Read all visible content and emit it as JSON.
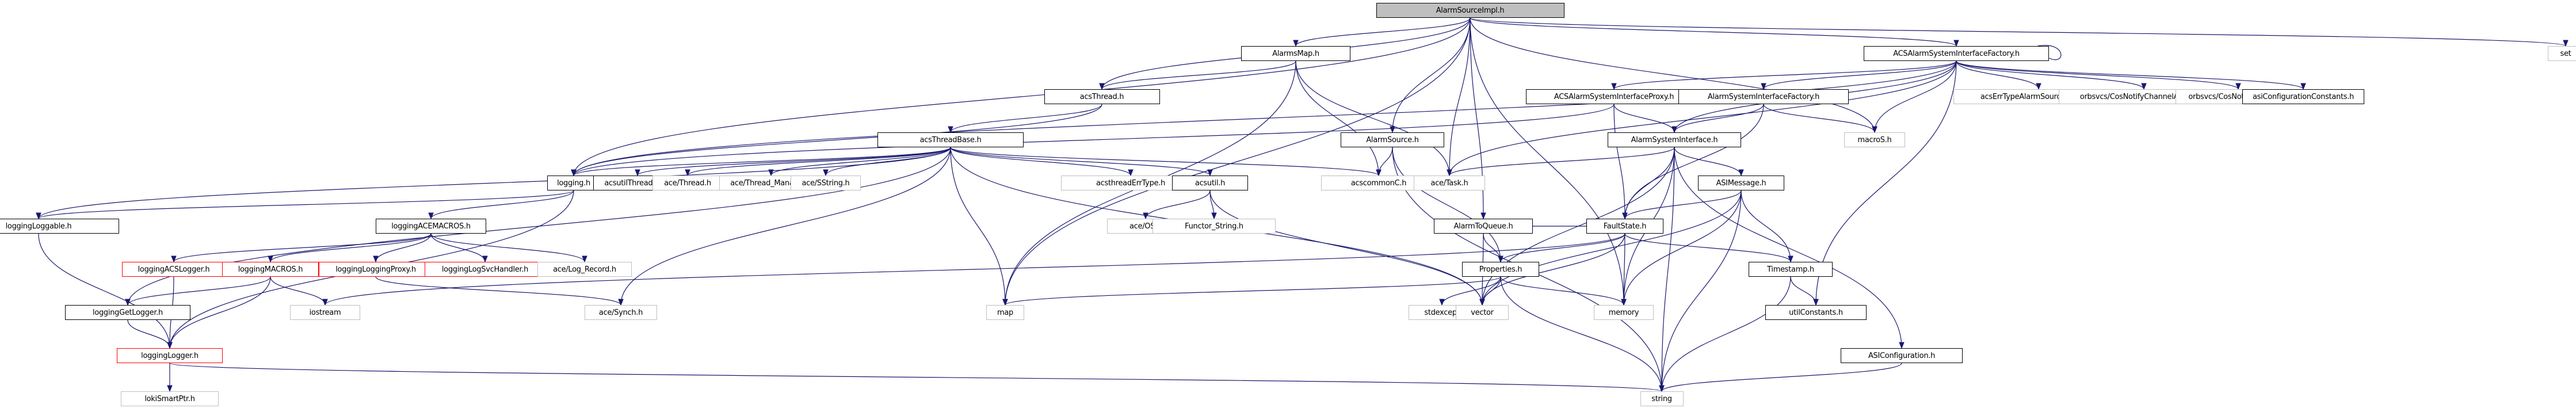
{
  "graph": {
    "title": "AlarmSourceImpl.h include dependency graph",
    "edge_color": "#191970",
    "nodes": [
      {
        "id": "AlarmSourceImpl",
        "label": "AlarmSourceImpl.h",
        "kind": "root"
      },
      {
        "id": "AlarmsMap",
        "label": "AlarmsMap.h",
        "kind": "doc"
      },
      {
        "id": "acsThread",
        "label": "acsThread.h",
        "kind": "doc"
      },
      {
        "id": "ACSAlarmSystemInterfaceFactory",
        "label": "ACSAlarmSystemInterfaceFactory.h",
        "kind": "doc"
      },
      {
        "id": "set",
        "label": "set",
        "kind": "ext"
      },
      {
        "id": "ACSAlarmSystemInterfaceProxy",
        "label": "ACSAlarmSystemInterfaceProxy.h",
        "kind": "doc"
      },
      {
        "id": "AlarmSystemInterfaceFactory",
        "label": "AlarmSystemInterfaceFactory.h",
        "kind": "doc"
      },
      {
        "id": "acsErrTypeAlarmSourceFactory",
        "label": "acsErrTypeAlarmSourceFactory.h",
        "kind": "ext"
      },
      {
        "id": "CosNotifyChannelAdminS",
        "label": "orbsvcs/CosNotifyChannelAdminS.h",
        "kind": "ext"
      },
      {
        "id": "CosNotifyCommC",
        "label": "orbsvcs/CosNotifyCommC.h",
        "kind": "ext"
      },
      {
        "id": "asiConfigurationConstants",
        "label": "asiConfigurationConstants.h",
        "kind": "doc"
      },
      {
        "id": "acsThreadBase",
        "label": "acsThreadBase.h",
        "kind": "doc"
      },
      {
        "id": "AlarmSource",
        "label": "AlarmSource.h",
        "kind": "doc"
      },
      {
        "id": "AlarmSystemInterface",
        "label": "AlarmSystemInterface.h",
        "kind": "doc"
      },
      {
        "id": "macroS",
        "label": "macroS.h",
        "kind": "ext"
      },
      {
        "id": "logging",
        "label": "logging.h",
        "kind": "doc"
      },
      {
        "id": "acsutilThreadInit",
        "label": "acsutilThreadInit.h",
        "kind": "doc"
      },
      {
        "id": "aceThread",
        "label": "ace/Thread.h",
        "kind": "ext"
      },
      {
        "id": "aceThreadManager",
        "label": "ace/Thread_Manager.h",
        "kind": "ext"
      },
      {
        "id": "aceSString",
        "label": "ace/SString.h",
        "kind": "ext"
      },
      {
        "id": "acsthreadErrType",
        "label": "acsthreadErrType.h",
        "kind": "ext"
      },
      {
        "id": "acsutil",
        "label": "acsutil.h",
        "kind": "doc"
      },
      {
        "id": "acscommonC",
        "label": "acscommonC.h",
        "kind": "ext"
      },
      {
        "id": "aceTask",
        "label": "ace/Task.h",
        "kind": "ext"
      },
      {
        "id": "ASIMessage",
        "label": "ASIMessage.h",
        "kind": "doc"
      },
      {
        "id": "loggingLoggable",
        "label": "loggingLoggable.h",
        "kind": "doc"
      },
      {
        "id": "loggingACEMACROS",
        "label": "loggingACEMACROS.h",
        "kind": "doc"
      },
      {
        "id": "aceOS",
        "label": "ace/OS.h",
        "kind": "ext"
      },
      {
        "id": "FunctorString",
        "label": "Functor_String.h",
        "kind": "ext"
      },
      {
        "id": "AlarmToQueue",
        "label": "AlarmToQueue.h",
        "kind": "doc"
      },
      {
        "id": "FaultState",
        "label": "FaultState.h",
        "kind": "doc"
      },
      {
        "id": "loggingACSLogger",
        "label": "loggingACSLogger.h",
        "kind": "red"
      },
      {
        "id": "loggingMACROS",
        "label": "loggingMACROS.h",
        "kind": "red"
      },
      {
        "id": "loggingLoggingProxy",
        "label": "loggingLoggingProxy.h",
        "kind": "red"
      },
      {
        "id": "loggingLogSvcHandler",
        "label": "loggingLogSvcHandler.h",
        "kind": "red"
      },
      {
        "id": "aceLogRecord",
        "label": "ace/Log_Record.h",
        "kind": "ext"
      },
      {
        "id": "Properties",
        "label": "Properties.h",
        "kind": "doc"
      },
      {
        "id": "Timestamp",
        "label": "Timestamp.h",
        "kind": "doc"
      },
      {
        "id": "loggingGetLogger",
        "label": "loggingGetLogger.h",
        "kind": "doc"
      },
      {
        "id": "iostream",
        "label": "iostream",
        "kind": "ext"
      },
      {
        "id": "aceSynch",
        "label": "ace/Synch.h",
        "kind": "ext"
      },
      {
        "id": "map",
        "label": "map",
        "kind": "ext"
      },
      {
        "id": "stdexcept",
        "label": "stdexcept",
        "kind": "ext"
      },
      {
        "id": "vector",
        "label": "vector",
        "kind": "ext"
      },
      {
        "id": "memory",
        "label": "memory",
        "kind": "ext"
      },
      {
        "id": "utilConstants",
        "label": "utilConstants.h",
        "kind": "doc"
      },
      {
        "id": "ASIConfiguration",
        "label": "ASIConfiguration.h",
        "kind": "doc"
      },
      {
        "id": "loggingLogger",
        "label": "loggingLogger.h",
        "kind": "red"
      },
      {
        "id": "lokiSmartPtr",
        "label": "lokiSmartPtr.h",
        "kind": "ext"
      },
      {
        "id": "string",
        "label": "string",
        "kind": "ext"
      }
    ],
    "edges": [
      [
        "AlarmSourceImpl",
        "AlarmsMap"
      ],
      [
        "AlarmSourceImpl",
        "acsThread"
      ],
      [
        "AlarmSourceImpl",
        "ACSAlarmSystemInterfaceFactory"
      ],
      [
        "AlarmSourceImpl",
        "set"
      ],
      [
        "AlarmSourceImpl",
        "AlarmSource"
      ],
      [
        "AlarmSourceImpl",
        "aceTask"
      ],
      [
        "AlarmSourceImpl",
        "AlarmToQueue"
      ],
      [
        "AlarmSourceImpl",
        "macroS"
      ],
      [
        "AlarmSourceImpl",
        "map"
      ],
      [
        "AlarmSourceImpl",
        "logging"
      ],
      [
        "AlarmSourceImpl",
        "memory"
      ],
      [
        "AlarmsMap",
        "acsThread"
      ],
      [
        "AlarmsMap",
        "map"
      ],
      [
        "AlarmsMap",
        "acscommonC"
      ],
      [
        "AlarmsMap",
        "aceTask"
      ],
      [
        "acsThread",
        "acsThreadBase"
      ],
      [
        "acsThread",
        "logging"
      ],
      [
        "ACSAlarmSystemInterfaceFactory",
        "ACSAlarmSystemInterfaceFactory"
      ],
      [
        "ACSAlarmSystemInterfaceFactory",
        "ACSAlarmSystemInterfaceProxy"
      ],
      [
        "ACSAlarmSystemInterfaceFactory",
        "AlarmSystemInterfaceFactory"
      ],
      [
        "ACSAlarmSystemInterfaceFactory",
        "acsErrTypeAlarmSourceFactory"
      ],
      [
        "ACSAlarmSystemInterfaceFactory",
        "CosNotifyChannelAdminS"
      ],
      [
        "ACSAlarmSystemInterfaceFactory",
        "CosNotifyCommC"
      ],
      [
        "ACSAlarmSystemInterfaceFactory",
        "asiConfigurationConstants"
      ],
      [
        "ACSAlarmSystemInterfaceFactory",
        "macroS"
      ],
      [
        "ACSAlarmSystemInterfaceFactory",
        "AlarmSystemInterface"
      ],
      [
        "ACSAlarmSystemInterfaceFactory",
        "logging"
      ],
      [
        "ACSAlarmSystemInterfaceFactory",
        "aceTask"
      ],
      [
        "ACSAlarmSystemInterfaceFactory",
        "utilConstants"
      ],
      [
        "ACSAlarmSystemInterfaceProxy",
        "AlarmSystemInterface"
      ],
      [
        "ACSAlarmSystemInterfaceProxy",
        "logging"
      ],
      [
        "ACSAlarmSystemInterfaceProxy",
        "FaultState"
      ],
      [
        "AlarmSystemInterfaceFactory",
        "AlarmSystemInterface"
      ],
      [
        "AlarmSystemInterfaceFactory",
        "macroS"
      ],
      [
        "AlarmSystemInterfaceFactory",
        "FaultState"
      ],
      [
        "acsThreadBase",
        "logging"
      ],
      [
        "acsThreadBase",
        "acsutilThreadInit"
      ],
      [
        "acsThreadBase",
        "aceThread"
      ],
      [
        "acsThreadBase",
        "aceThreadManager"
      ],
      [
        "acsThreadBase",
        "aceSString"
      ],
      [
        "acsThreadBase",
        "acsthreadErrType"
      ],
      [
        "acsThreadBase",
        "acsutil"
      ],
      [
        "acsThreadBase",
        "acscommonC"
      ],
      [
        "acsThreadBase",
        "loggingLoggable"
      ],
      [
        "acsThreadBase",
        "loggingGetLogger"
      ],
      [
        "acsThreadBase",
        "aceSynch"
      ],
      [
        "acsThreadBase",
        "map"
      ],
      [
        "acsThreadBase",
        "vector"
      ],
      [
        "AlarmSource",
        "acscommonC"
      ],
      [
        "AlarmSource",
        "Properties"
      ],
      [
        "AlarmSource",
        "string"
      ],
      [
        "AlarmSystemInterface",
        "aceTask"
      ],
      [
        "AlarmSystemInterface",
        "ASIMessage"
      ],
      [
        "AlarmSystemInterface",
        "FaultState"
      ],
      [
        "AlarmSystemInterface",
        "vector"
      ],
      [
        "AlarmSystemInterface",
        "ASIConfiguration"
      ],
      [
        "AlarmSystemInterface",
        "string"
      ],
      [
        "AlarmSystemInterface",
        "memory"
      ],
      [
        "logging",
        "loggingLoggable"
      ],
      [
        "logging",
        "loggingACEMACROS"
      ],
      [
        "logging",
        "loggingLogger"
      ],
      [
        "acsutil",
        "aceOS"
      ],
      [
        "acsutil",
        "FunctorString"
      ],
      [
        "acsutil",
        "vector"
      ],
      [
        "ASIMessage",
        "FaultState"
      ],
      [
        "ASIMessage",
        "Timestamp"
      ],
      [
        "ASIMessage",
        "vector"
      ],
      [
        "ASIMessage",
        "memory"
      ],
      [
        "ASIMessage",
        "string"
      ],
      [
        "loggingLoggable",
        "loggingLogger"
      ],
      [
        "loggingACEMACROS",
        "loggingACSLogger"
      ],
      [
        "loggingACEMACROS",
        "loggingMACROS"
      ],
      [
        "loggingACEMACROS",
        "loggingLoggingProxy"
      ],
      [
        "loggingACEMACROS",
        "loggingLogSvcHandler"
      ],
      [
        "loggingACEMACROS",
        "aceLogRecord"
      ],
      [
        "AlarmToQueue",
        "Properties"
      ],
      [
        "AlarmToQueue",
        "FaultState"
      ],
      [
        "AlarmToQueue",
        "vector"
      ],
      [
        "FaultState",
        "Properties"
      ],
      [
        "FaultState",
        "Timestamp"
      ],
      [
        "FaultState",
        "memory"
      ],
      [
        "FaultState",
        "iostream"
      ],
      [
        "FaultState",
        "vector"
      ],
      [
        "loggingACSLogger",
        "loggingLogger"
      ],
      [
        "loggingMACROS",
        "loggingGetLogger"
      ],
      [
        "loggingMACROS",
        "loggingLogger"
      ],
      [
        "loggingMACROS",
        "iostream"
      ],
      [
        "loggingLoggingProxy",
        "aceSynch"
      ],
      [
        "Properties",
        "map"
      ],
      [
        "Properties",
        "stdexcept"
      ],
      [
        "Properties",
        "vector"
      ],
      [
        "Properties",
        "memory"
      ],
      [
        "Properties",
        "string"
      ],
      [
        "Timestamp",
        "utilConstants"
      ],
      [
        "Timestamp",
        "string"
      ],
      [
        "loggingGetLogger",
        "loggingLogger"
      ],
      [
        "ASIConfiguration",
        "string"
      ],
      [
        "loggingLogger",
        "lokiSmartPtr"
      ],
      [
        "loggingLogger",
        "string"
      ]
    ]
  }
}
